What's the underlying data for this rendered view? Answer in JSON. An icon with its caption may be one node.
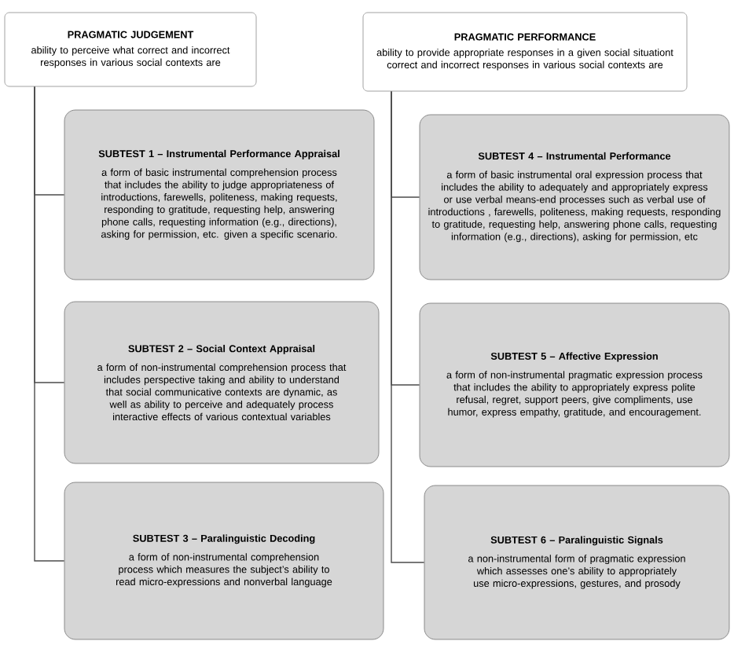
{
  "diagram": {
    "nodes": [
      {
        "text": [
          "PRAGMATIC JUDGEMENT",
          "ability to perceive what correct and incorrect responses in various social contexts are"
        ]
      },
      {
        "text": [
          "PRAGMATIC PERFORMANCE",
          "ability to provide appropriate responses in a given social situationt correct and incorrect responses in various social contexts are"
        ]
      },
      {
        "text": [
          "SUBTEST 1 – Instrumental Performance Appraisal",
          "a form of basic instrumental comprehension process that includes the ability to judge appropriateness of introductions, farewells, politeness, making requests, responding to gratitude, requesting help, answering phone calls, requesting information (e.g., directions), asking for permission, etc. given a specific scenario."
        ]
      },
      {
        "text": [
          "SUBTEST 2 – Social Context Appraisal",
          "a form of non-instrumental comprehension process that includes perspective taking and ability to understand that social communicative contexts are dynamic, as well as ability to perceive and adequately process interactive effects of various contextual variables"
        ]
      },
      {
        "text": [
          "SUBTEST 3 – Paralinguistic Decoding",
          "a form of non-instrumental comprehension process which measures the subject’s ability to read micro-expressions and nonverbal language"
        ]
      },
      {
        "text": [
          "SUBTEST 4 – Instrumental Performance",
          "a form of basic instrumental oral expression process that includes the ability to adequately and appropriately express or use verbal means-end processes such as verbal use of introductions , farewells, politeness, making requests, responding to gratitude, requesting help, answering phone calls, requesting information (e.g., directions), asking for permission, etc"
        ]
      },
      {
        "text": [
          "SUBTEST 5 – Affective Expression",
          "a form of non-instrumental pragmatic expression process that includes the ability to appropriately express polite refusal, regret, support peers, give compliments, use humor, express empathy, gratitude, and encouragement."
        ]
      },
      {
        "text": [
          "SUBTEST 6 – Paralinguistic Signals",
          "a non-instrumental form of pragmatic expression which assesses one’s ability to appropriately use micro-expressions, gestures, and prosody"
        ]
      }
    ],
    "edges": [
      {
        "from": 0,
        "to": 2,
        "arrow": "none"
      },
      {
        "from": 0,
        "to": 3,
        "arrow": "none"
      },
      {
        "from": 0,
        "to": 4,
        "arrow": "none"
      },
      {
        "from": 1,
        "to": 5,
        "arrow": "none"
      },
      {
        "from": 1,
        "to": 6,
        "arrow": "none"
      },
      {
        "from": 1,
        "to": 7,
        "arrow": "none"
      }
    ]
  }
}
